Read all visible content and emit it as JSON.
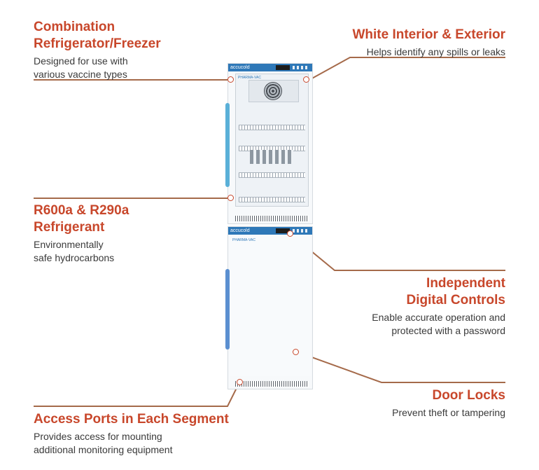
{
  "callouts": {
    "combination": {
      "title": "Combination Refrigerator/Freezer",
      "desc_line1": "Designed for use with",
      "desc_line2": "various vaccine types"
    },
    "white": {
      "title": "White Interior & Exterior",
      "desc": "Helps identify any spills or leaks"
    },
    "refrigerant": {
      "title_line1": "R600a & R290a",
      "title_line2": "Refrigerant",
      "desc_line1": "Environmentally",
      "desc_line2": "safe hydrocarbons"
    },
    "controls": {
      "title_line1": "Independent",
      "title_line2": "Digital Controls",
      "desc_line1": "Enable accurate operation and",
      "desc_line2": "protected with a password"
    },
    "locks": {
      "title": "Door Locks",
      "desc": "Prevent theft or tampering"
    },
    "ports": {
      "title": "Access Ports in Each Segment",
      "desc_line1": "Provides access for mounting",
      "desc_line2": "additional monitoring equipment"
    }
  },
  "product": {
    "brand": "accucold",
    "interior_brand": "PHARMA-VAC"
  },
  "colors": {
    "accent": "#c8472b",
    "leader_line": "#a56a4a",
    "brand_bar": "#2e78b8"
  }
}
